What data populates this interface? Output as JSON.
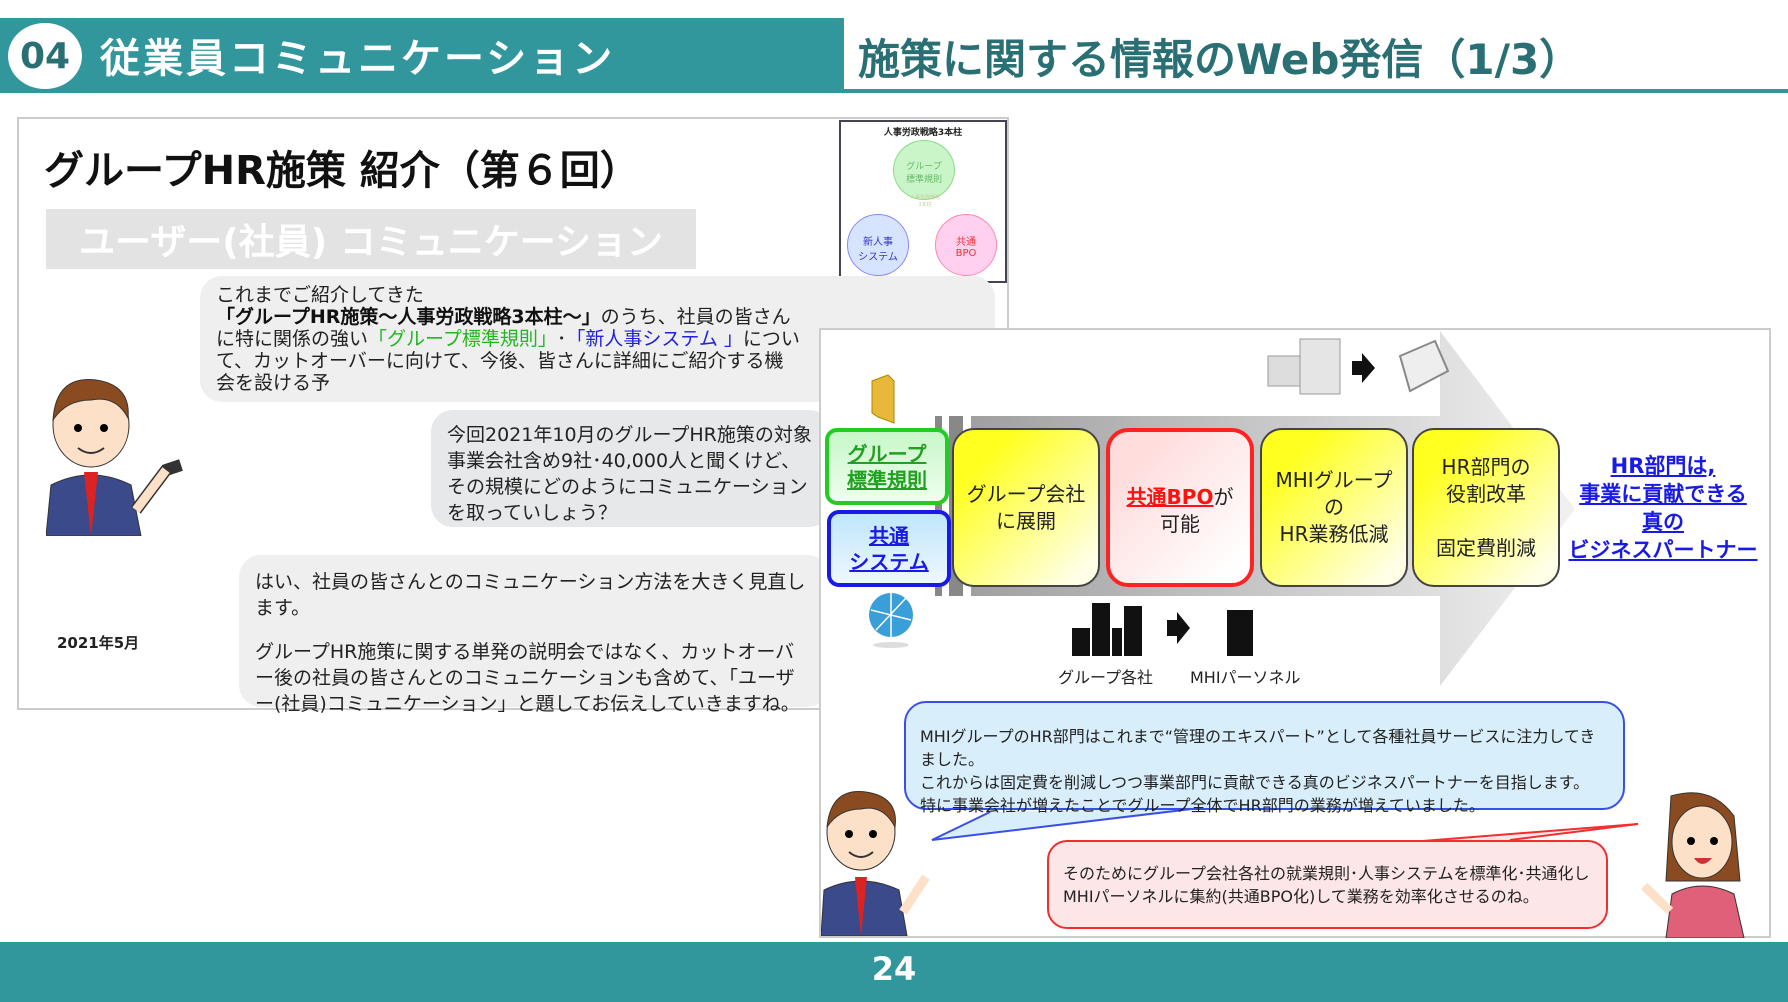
{
  "header": {
    "section_number": "04",
    "section_title": "従業員コミュニケーション",
    "page_title": "施策に関する情報のWeb発信（1/3）"
  },
  "left_slide": {
    "title": "グループHR施策 紹介（第６回）",
    "banner": "ユーザー(社員) コミュニケーション",
    "thumbnail": {
      "title": "人事労政戦略3本柱",
      "circle_top": "グループ\n標準規則",
      "circle_center": "人事労政戦略\n3本柱",
      "circle_left": "新人事\nシステム",
      "circle_right": "共通\nBPO"
    },
    "bubble1": {
      "p1": "これまでご紹介してきた",
      "bold": "「グループHR施策～人事労政戦略3本柱～」",
      "p2": "のうち、社員の皆さんに特に関係の強い",
      "green": "「グループ標準規則」",
      "dot": "･",
      "blue": "「新人事システム 」",
      "p3": "について、カットオーバーに向けて、今後、皆さんに詳細にご紹介する機会を設ける予"
    },
    "bubble2": "今回2021年10月のグループHR施策の対象事業会社含め9社･40,000人と聞くけど、その規模にどのようにコミュニケーションを取っていしょう？",
    "bubble3_line1": "はい、社員の皆さんとのコミュニケーション方法を大きく見直します。",
    "bubble3_line2": "グループHR施策に関する単発の説明会ではなく、カットオーバー後の社員の皆さんとのコミュニケーションも含めて、「ユーザー(社員)コミュニケーション」と題してお伝えしていきますね。",
    "date": "2021年5月"
  },
  "right_slide": {
    "tag_rules": "グループ\n標準規則",
    "tag_system": "共通\nシステム",
    "boxes": [
      "グループ会社\nに展開",
      "可能",
      "MHIグループ\nの\nHR業務低減",
      "HR部門の\n役割改革\n\n固定費削減"
    ],
    "box2_highlight": "共通BPO",
    "box2_suffix": "が",
    "link": "HR部門は,\n事業に貢献できる\n真の\nビジネスパートナー",
    "label_companies": "グループ各社",
    "label_personnel": "MHIパーソネル",
    "blue_bubble": [
      "MHIグループのHR部門はこれまで“管理のエキスパート”として各種社員サービスに注力してきました。",
      "これからは固定費を削減しつつ事業部門に貢献できる真のビジネスパートナーを目指します。",
      "特に事業会社が増えたことでグループ全体でHR部門の業務が増えていました。"
    ],
    "red_bubble": [
      "そのためにグループ会社各社の就業規則･人事システムを標準化･共通化し",
      "MHIパーソネルに集約(共通BPO化)して業務を効率化させるのね。"
    ]
  },
  "footer": {
    "page_number": "24"
  },
  "colors": {
    "teal": "#31979c",
    "dark_teal": "#2a6f73",
    "link_blue": "#1a1ae8"
  }
}
